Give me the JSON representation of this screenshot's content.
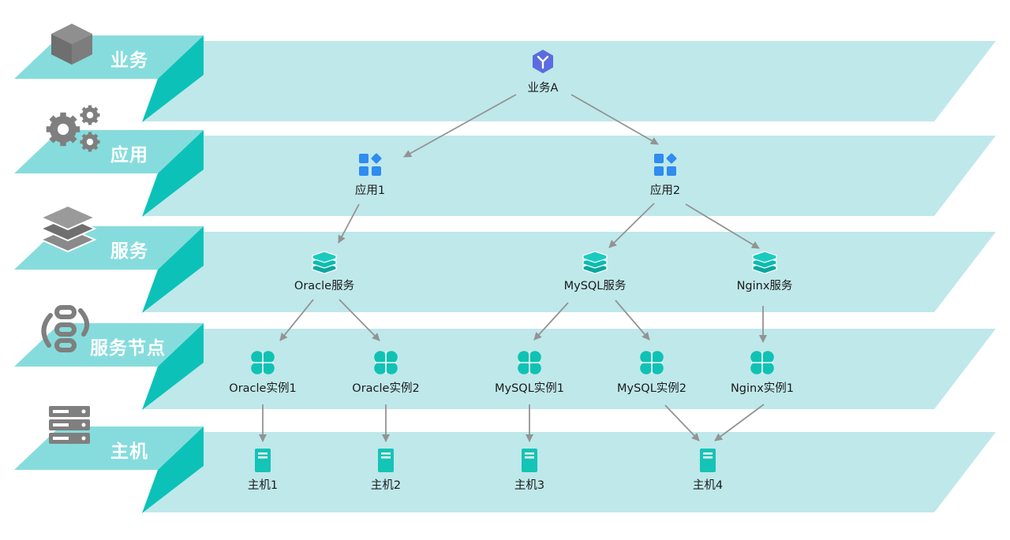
{
  "colors": {
    "platform": "#bfe8ea",
    "tab_top": "#86dcdc",
    "tab_side": "#0cc2b8",
    "arrow": "#939393",
    "tier_icon": "#7f7f7f",
    "business_icon": "#5b6ce0",
    "app_icon": "#2f8cf0",
    "service_icon": "#0cbcb0",
    "instance_icon": "#10c2b4",
    "host_icon": "#14c4b6"
  },
  "tiers": [
    {
      "label": "业务",
      "icon": "cube-icon"
    },
    {
      "label": "应用",
      "icon": "gears-icon"
    },
    {
      "label": "服务",
      "icon": "layers-icon"
    },
    {
      "label": "服务节点",
      "icon": "chain-icon"
    },
    {
      "label": "主机",
      "icon": "server-rack-icon"
    }
  ],
  "nodes": {
    "biz_a": {
      "label": "业务A",
      "icon": "business-hex-icon"
    },
    "app1": {
      "label": "应用1",
      "icon": "app-grid-icon"
    },
    "app2": {
      "label": "应用2",
      "icon": "app-grid-icon"
    },
    "svc_oracle": {
      "label": "Oracle服务",
      "icon": "database-stack-icon"
    },
    "svc_mysql": {
      "label": "MySQL服务",
      "icon": "database-stack-icon"
    },
    "svc_nginx": {
      "label": "Nginx服务",
      "icon": "database-stack-icon"
    },
    "inst_o1": {
      "label": "Oracle实例1",
      "icon": "clover-icon"
    },
    "inst_o2": {
      "label": "Oracle实例2",
      "icon": "clover-icon"
    },
    "inst_m1": {
      "label": "MySQL实例1",
      "icon": "clover-icon"
    },
    "inst_m2": {
      "label": "MySQL实例2",
      "icon": "clover-icon"
    },
    "inst_n1": {
      "label": "Nginx实例1",
      "icon": "clover-icon"
    },
    "host1": {
      "label": "主机1",
      "icon": "server-icon"
    },
    "host2": {
      "label": "主机2",
      "icon": "server-icon"
    },
    "host3": {
      "label": "主机3",
      "icon": "server-icon"
    },
    "host4": {
      "label": "主机4",
      "icon": "server-icon"
    }
  },
  "edges": [
    [
      "biz_a",
      "app1"
    ],
    [
      "biz_a",
      "app2"
    ],
    [
      "app1",
      "svc_oracle"
    ],
    [
      "app2",
      "svc_mysql"
    ],
    [
      "app2",
      "svc_nginx"
    ],
    [
      "svc_oracle",
      "inst_o1"
    ],
    [
      "svc_oracle",
      "inst_o2"
    ],
    [
      "svc_mysql",
      "inst_m1"
    ],
    [
      "svc_mysql",
      "inst_m2"
    ],
    [
      "svc_nginx",
      "inst_n1"
    ],
    [
      "inst_o1",
      "host1"
    ],
    [
      "inst_o2",
      "host2"
    ],
    [
      "inst_m1",
      "host3"
    ],
    [
      "inst_m2",
      "host4"
    ],
    [
      "inst_n1",
      "host4"
    ]
  ]
}
